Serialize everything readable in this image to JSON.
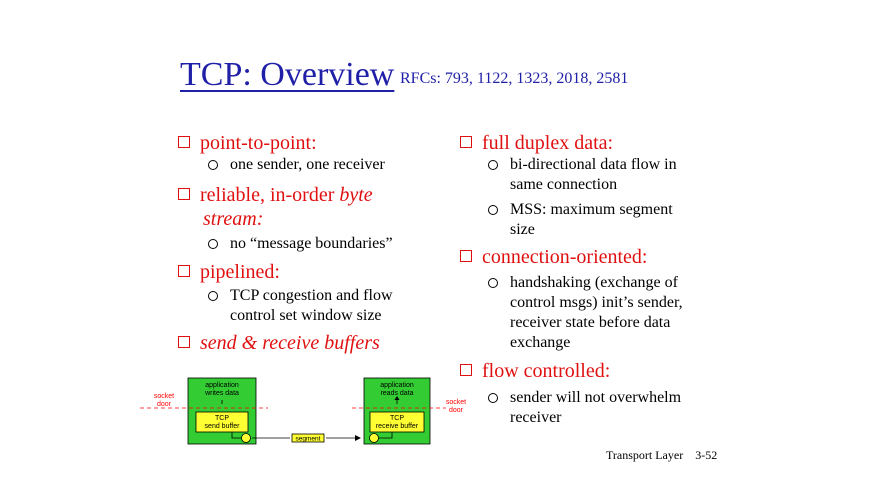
{
  "slide": {
    "title": "TCP: Overview",
    "rfcs": "RFCs: 793, 1122, 1323, 2018, 2581",
    "footer": "Transport Layer",
    "page_number": "3-52"
  },
  "left_column": [
    {
      "heading": "point-to-point:",
      "subs": [
        "one sender, one receiver"
      ]
    },
    {
      "heading_plain": "reliable, in-order ",
      "heading_italic": "byte",
      "heading_line2": "stream:",
      "subs": [
        "no “message boundaries”"
      ]
    },
    {
      "heading": "pipelined:",
      "subs": [
        "TCP congestion and flow",
        "control set window size"
      ]
    },
    {
      "heading": "send & receive buffers",
      "subs": []
    }
  ],
  "right_column": [
    {
      "heading": "full duplex data:",
      "subs": [
        [
          "bi-directional data flow in",
          "same connection"
        ],
        [
          "MSS: maximum segment",
          "size"
        ]
      ]
    },
    {
      "heading": "connection-oriented:",
      "subs": [
        [
          "handshaking (exchange of",
          "control msgs) init’s sender,",
          "receiver state before data",
          "exchange"
        ]
      ]
    },
    {
      "heading": "flow controlled:",
      "subs": [
        [
          "sender will not overwhelm",
          "receiver"
        ]
      ]
    }
  ],
  "diagram": {
    "left_socket": "socket\ndoor",
    "right_socket": "socket\ndoor",
    "app_writes": "application\nwrites data",
    "app_reads": "application\nreads data",
    "send_buffer": "TCP\nsend buffer",
    "recv_buffer": "TCP\nreceive buffer",
    "segment": "segment",
    "colors": {
      "app_box": "#33cc33",
      "buffer": "#ffff33",
      "socket_line": "#ff0000"
    }
  }
}
